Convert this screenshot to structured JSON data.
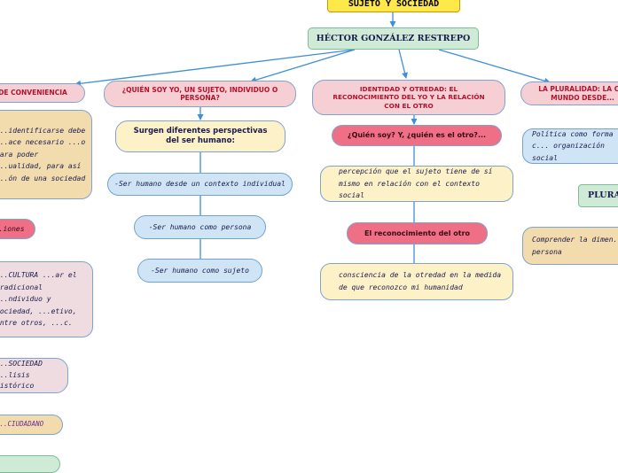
{
  "center": {
    "label": "HÉCTOR GONZÁLEZ RESTREPO"
  },
  "top": {
    "label": "SUJETO Y SOCIEDAD"
  },
  "branches": {
    "conveniencia": {
      "label": "DE CONVENIENCIA"
    },
    "quien_soy": {
      "label": "¿QUIÉN SOY YO, UN SUJETO, INDIVIDUO O PERSONA?"
    },
    "identidad": {
      "label": "IDENTIDAD Y OTREDAD: EL RECONOCIMIENTO DEL YO Y LA RELACIÓN CON EL OTRO"
    },
    "pluralidad": {
      "label": "LA PLURALIDAD: LA C... MUNDO DESDE..."
    }
  },
  "left": {
    "identificarse": "...identificarse debe ...ace necesario ...o para poder ...ualidad, para así ...ón de una sociedad",
    "ciones": "...iones",
    "cultura": "...CULTURA ...ar el tradicional ...ndividuo y sociedad, ...etivo, entre otros, ...c.",
    "sociedad": "...SOCIEDAD ...lisis histórico",
    "ciudadano": "...CIUDADANO"
  },
  "quien": {
    "surgen": "Surgen diferentes perspectivas del ser humano:",
    "individual": "-Ser humano desde un contexto individual",
    "persona": "-Ser humano como persona",
    "sujeto": "-Ser humano como sujeto"
  },
  "ident": {
    "pregunta": "¿Quién soy? Y, ¿quién es el otro?...",
    "percepcion": "percepción que el sujeto tiene de sí mismo en relación con el contexto social",
    "reconocimiento": "El reconocimiento del otro",
    "conciencia": "consciencia de la otredad en la medida de que reconozco mi humanidad"
  },
  "plural": {
    "politica": "Política como forma c... organización social",
    "plura": "PLURA...",
    "comprender": "Comprender la dimen... persona"
  },
  "colors": {
    "line": "#3f8fd6"
  }
}
